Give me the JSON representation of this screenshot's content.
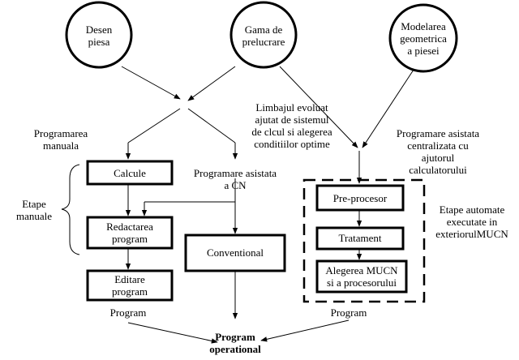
{
  "circles": {
    "desen": [
      "Desen",
      "piesa"
    ],
    "gama": [
      "Gama de",
      "prelucrare"
    ],
    "modelarea": [
      "Modelarea",
      "geometrica",
      "a piesei"
    ]
  },
  "boxes": {
    "calcule": [
      "Calcule"
    ],
    "redactarea": [
      "Redactarea",
      "program"
    ],
    "editare": [
      "Editare",
      "program"
    ],
    "conventional": [
      "Conventional"
    ],
    "preprocesor": [
      "Pre-procesor"
    ],
    "tratament": [
      "Tratament"
    ],
    "alegerea": [
      "Alegerea MUCN",
      "si a procesorului"
    ]
  },
  "labels": {
    "limbajul": [
      "Limbajul evoluat",
      "ajutat de sistemul",
      "de clcul si alegerea",
      "conditiilor optime"
    ],
    "programarea_manuala": [
      "Programarea",
      "manuala"
    ],
    "programare_cn": [
      "Programare asistata",
      "a CN"
    ],
    "programare_centralizata": [
      "Programare asistata",
      "centralizata cu",
      "ajutorul",
      "calculatorului"
    ],
    "etape_manuale": [
      "Etape",
      "manuale"
    ],
    "etape_automate": [
      "Etape automate",
      "executate in",
      "exteriorulMUCN"
    ],
    "program_left": [
      "Program"
    ],
    "program_right": [
      "Program"
    ],
    "program_operational": [
      "Program",
      "operational"
    ]
  }
}
